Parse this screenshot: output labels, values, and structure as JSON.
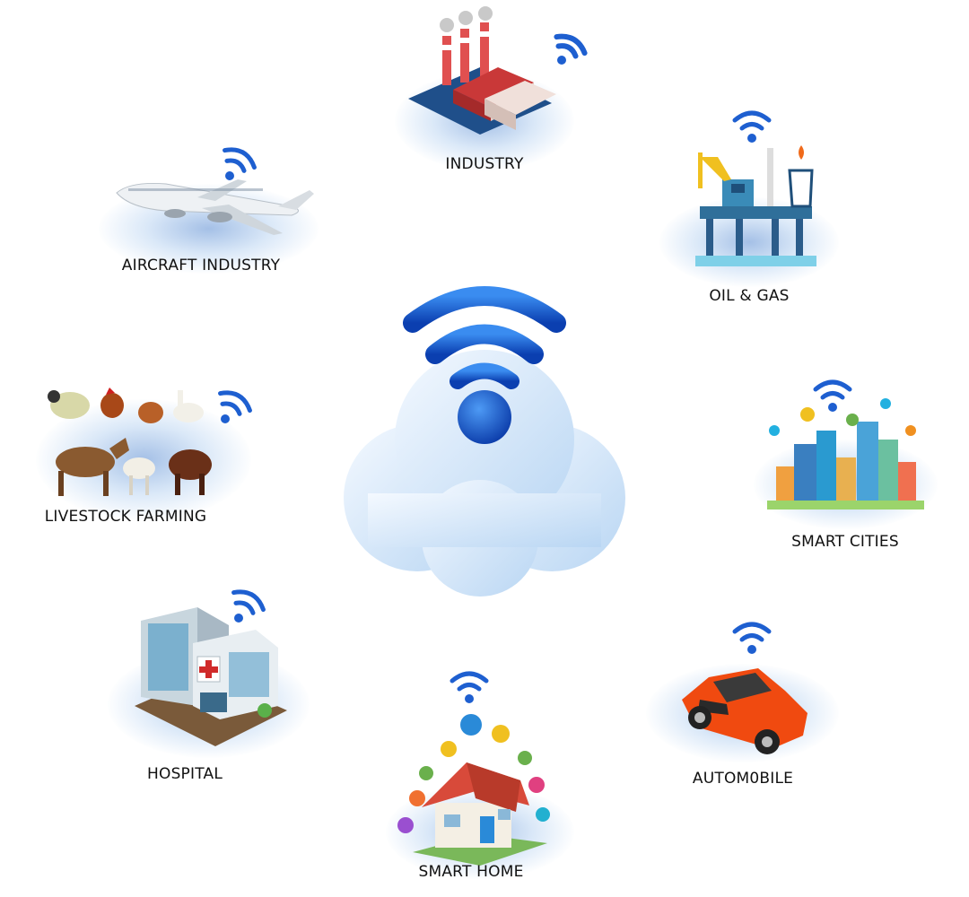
{
  "hub": {
    "name": "cloud-wifi-hub"
  },
  "nodes": {
    "industry": {
      "label": "INDUSTRY"
    },
    "oil_gas": {
      "label": "OIL & GAS"
    },
    "smart_cities": {
      "label": "SMART CITIES"
    },
    "automobile": {
      "label": "AUTOM0BILE"
    },
    "smart_home": {
      "label": "SMART HOME"
    },
    "hospital": {
      "label": "HOSPITAL"
    },
    "livestock": {
      "label": "LIVESTOCK FARMING"
    },
    "aircraft": {
      "label": "AIRCRAFT INDUSTRY"
    }
  },
  "colors": {
    "wifi_blue": "#1e5fd0",
    "cloud": "#dcebfb",
    "glow": "#5a8cd2"
  }
}
